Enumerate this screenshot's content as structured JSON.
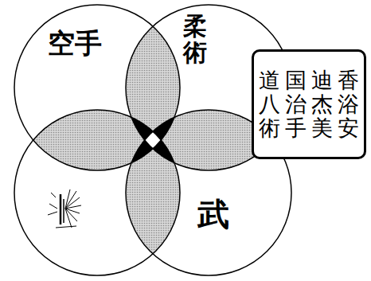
{
  "diagram": {
    "nodes": [
      {
        "text": [
          "空手"
        ]
      },
      {
        "text": [
          "柔術"
        ]
      },
      {
        "text": [
          "武"
        ]
      },
      {
        "text": [
          "香浴安",
          "迪杰美",
          "国治手",
          "道八術"
        ]
      }
    ]
  }
}
